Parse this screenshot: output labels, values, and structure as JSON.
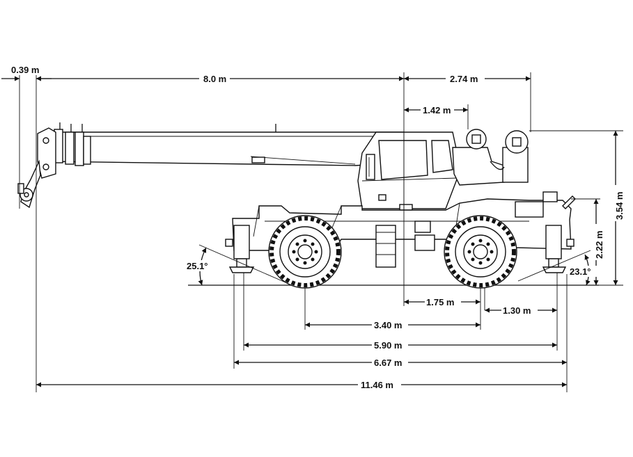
{
  "colors": {
    "ink": "#111111",
    "background": "#ffffff"
  },
  "dimensions": {
    "boom_nose_offset": "0.39 m",
    "boom_reach_to_center": "8.0 m",
    "center_to_rear": "2.74 m",
    "center_to_cab_rear": "1.42 m",
    "overall_height": "3.54 m",
    "carrier_height": "2.22 m",
    "approach_angle": "25.1°",
    "departure_angle": "23.1°",
    "center_to_rear_axle": "1.75 m",
    "rear_axle_to_outrigger": "1.30 m",
    "wheelbase": "3.40 m",
    "outrigger_span": "5.90 m",
    "carrier_length": "6.67 m",
    "overall_length": "11.46 m"
  }
}
